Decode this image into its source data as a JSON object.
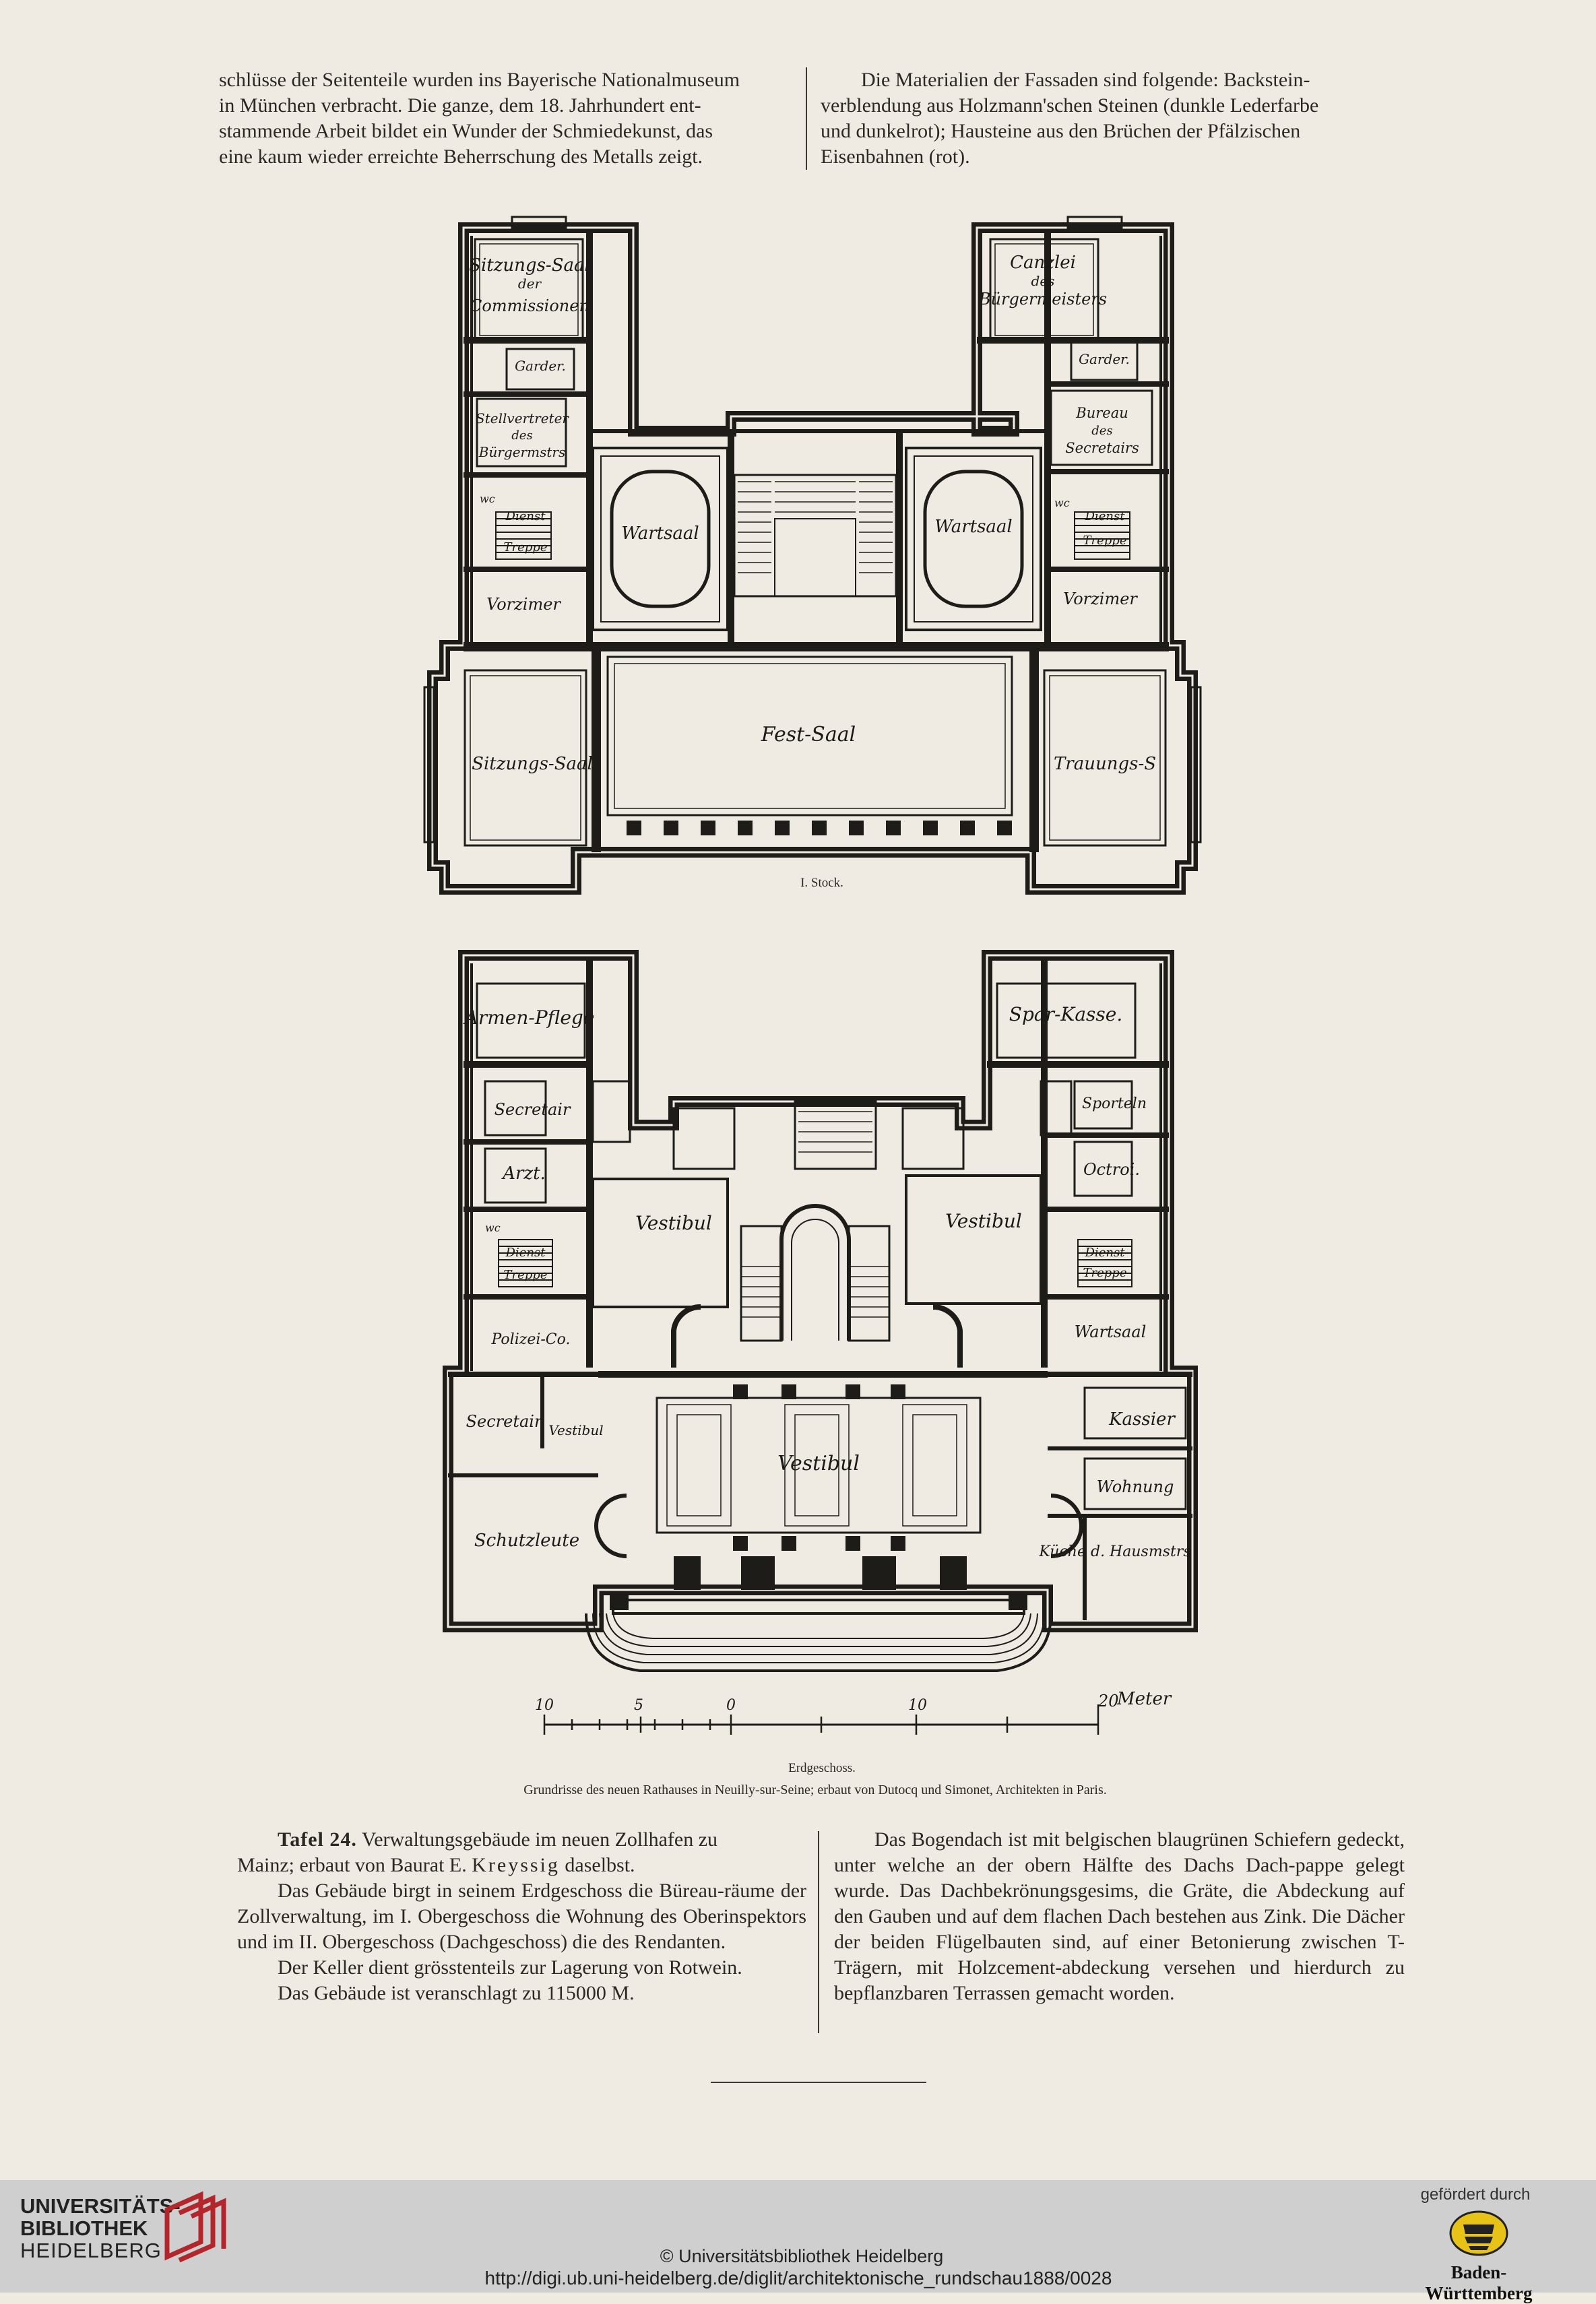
{
  "top_left": [
    "schlüsse der Seitenteile wurden ins Bayerische Nationalmuseum",
    "in München verbracht. Die ganze, dem 18. Jahrhundert ent-",
    "stammende Arbeit bildet ein Wunder der Schmiedekunst, das",
    "eine kaum wieder erreichte Beherrschung des Metalls zeigt."
  ],
  "top_right": [
    "Die Materialien der Fassaden sind folgende: Backstein-",
    "verblendung aus Holzmann'schen Steinen (dunkle Lederfarbe",
    "und dunkelrot); Hausteine aus den Brüchen der Pfälzischen",
    "Eisenbahnen (rot)."
  ],
  "plan_upper": {
    "caption": "I. Stock.",
    "rooms": {
      "sitzungs_saal_commissionen": [
        "Sitzungs-Saal",
        "der",
        "Commissionen"
      ],
      "canzlei": [
        "Canzlei",
        "des",
        "Bürgermeisters"
      ],
      "garder_left": "Garder.",
      "garder_right": "Garder.",
      "stellvertreter": [
        "Stellvertreter",
        "des",
        "Bürgermstrs"
      ],
      "bureau_secretairs": [
        "Bureau",
        "des",
        "Secretairs"
      ],
      "wartsaal_left": "Wartsaal",
      "wartsaal_right": "Wartsaal",
      "dienst_treppe_left": [
        "Dienst",
        "Treppe"
      ],
      "dienst_treppe_right": [
        "Dienst",
        "Treppe"
      ],
      "wc_left": "wc",
      "wc_right": "wc",
      "vorzimer_left": "Vorzimer",
      "vorzimer_right": "Vorzimer",
      "sitzungs_saal": "Sitzungs-Saal",
      "fest_saal": "Fest-Saal",
      "trauungs_s": "Trauungs-S"
    }
  },
  "plan_lower": {
    "caption": "Erdgeschoss.",
    "rooms": {
      "armen_pflege": "Armen-Pflege",
      "spar_kasse": "Spar-Kasse.",
      "secretair_top": "Secretair",
      "sporteln": "Sporteln",
      "arzt": "Arzt.",
      "octroi": "Octroi.",
      "vestibul_left": "Vestibul",
      "vestibul_right": "Vestibul",
      "wc": "wc",
      "dienst_treppe_left": [
        "Dienst",
        "Treppe"
      ],
      "dienst_treppe_right": [
        "Dienst",
        "Treppe"
      ],
      "polizei": "Polizei-Co.",
      "wartsaal": "Wartsaal",
      "secretair_bottom": "Secretair",
      "vestibul_small": "Vestibul",
      "kassier": "Kassier",
      "wohnung": "Wohnung",
      "vestibul_center": "Vestibul",
      "schutzleute": "Schutzleute",
      "kueche": "Küche d. Hausmstrs"
    }
  },
  "scale": {
    "labels": [
      "10",
      "5",
      "0",
      "10",
      "20"
    ],
    "unit": "Meter"
  },
  "figure_caption": "Grundrisse des neuen Rathauses in Neuilly-sur-Seine; erbaut von Dutocq und Simonet, Architekten in Paris.",
  "bottom_left": {
    "tafel": "Tafel 24.",
    "tafel_rest": "Verwaltungsgebäude im neuen Zollhafen zu",
    "line2_a": "Mainz; erbaut von Baurat E.",
    "line2_name": "Kreyssig",
    "line2_b": "daselbst.",
    "p2": "Das Gebäude birgt in seinem Erdgeschoss die Büreau-räume der Zollverwaltung, im I. Obergeschoss die Wohnung des Oberinspektors und im II. Obergeschoss (Dachgeschoss) die des Rendanten.",
    "p3": "Der Keller dient grösstenteils zur Lagerung von Rotwein.",
    "p4": "Das Gebäude ist veranschlagt zu 115000 M."
  },
  "bottom_right": "Das Bogendach ist mit belgischen blaugrünen Schiefern gedeckt, unter welche an der obern Hälfte des Dachs Dach-pappe gelegt wurde. Das Dachbekrönungsgesims, die Gräte, die Abdeckung auf den Gauben und auf dem flachen Dach bestehen aus Zink. Die Dächer der beiden Flügelbauten sind, auf einer Betonierung zwischen T-Trägern, mit Holzcement-abdeckung versehen und hierdurch zu bepflanzbaren Terrassen gemacht worden.",
  "footer": {
    "logo_lines": [
      "UNIVERSITÄTS-",
      "BIBLIOTHEK",
      "HEIDELBERG"
    ],
    "copyright": "© Universitätsbibliothek Heidelberg",
    "url": "http://digi.ub.uni-heidelberg.de/diglit/architektonische_rundschau1888/0028",
    "funded_by": "gefördert durch",
    "state": "Baden-Württemberg"
  },
  "colors": {
    "paper": "#efebe3",
    "ink": "#2b2824",
    "footer_bg": "#cfcfcf",
    "ub_logo_red": "#b3262c",
    "bw_gold": "#e7c318"
  }
}
